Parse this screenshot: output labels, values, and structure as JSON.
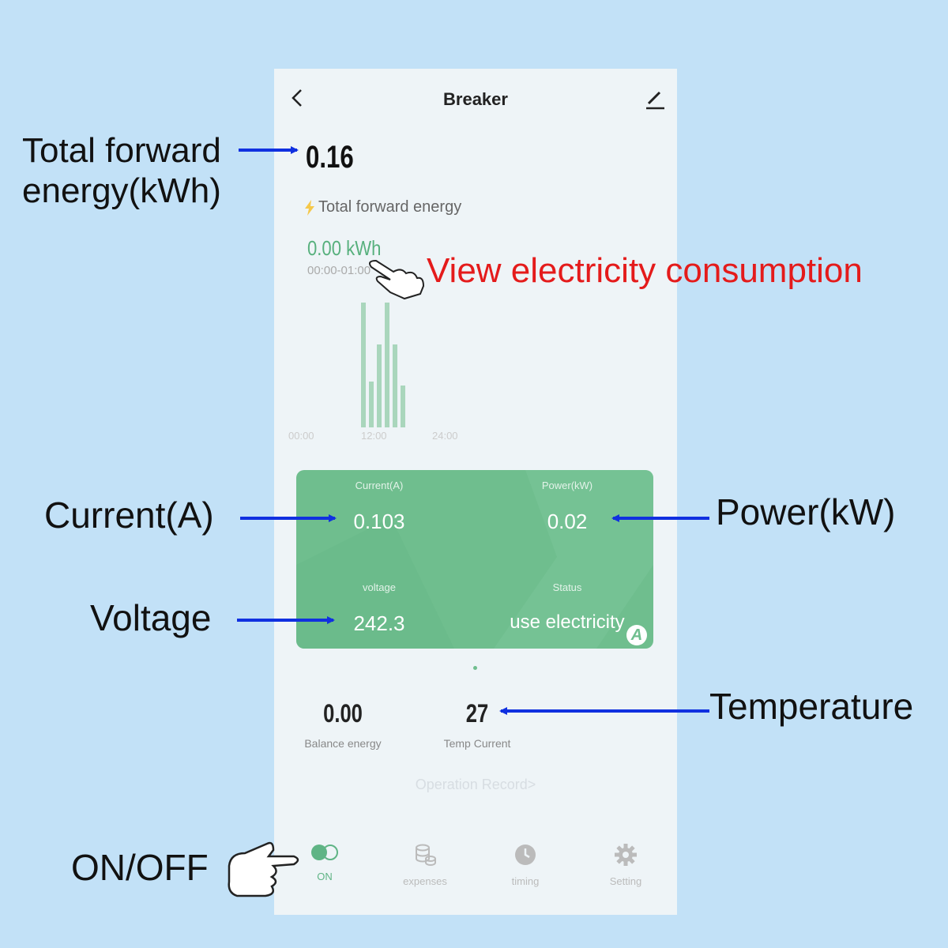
{
  "header": {
    "title": "Breaker"
  },
  "total_energy": {
    "value": "0.16",
    "label": "Total forward energy",
    "selected_value": "0.00",
    "selected_unit": "kWh",
    "selected_period": "00:00-01:00"
  },
  "chart_data": {
    "type": "bar",
    "x_tick_labels": [
      "00:00",
      "12:00",
      "24:00"
    ],
    "values": [
      0.3,
      0.11,
      0.2,
      0.3,
      0.2,
      0.1
    ]
  },
  "card": {
    "current_label": "Current(A)",
    "current_value": "0.103",
    "power_label": "Power(kW)",
    "power_value": "0.02",
    "voltage_label": "voltage",
    "voltage_value": "242.3",
    "status_label": "Status",
    "status_value": "use electricity",
    "badge": "A",
    "color": "#6fbe8e"
  },
  "stats": {
    "balance_value": "0.00",
    "balance_label": "Balance energy",
    "temp_value": "27",
    "temp_label": "Temp Current"
  },
  "operation_record": "Operation Record>",
  "tabs": [
    {
      "label": "ON",
      "icon": "toggle-icon"
    },
    {
      "label": "expenses",
      "icon": "coins-icon"
    },
    {
      "label": "timing",
      "icon": "clock-icon"
    },
    {
      "label": "Setting",
      "icon": "gear-icon"
    }
  ],
  "annotations": {
    "total_forward": "Total forward\nenergy(kWh)",
    "view_consumption": "View electricity consumption",
    "current": "Current(A)",
    "power": "Power(kW)",
    "voltage": "Voltage",
    "temperature": "Temperature",
    "onoff": "ON/OFF"
  },
  "colors": {
    "background": "#c2e1f7",
    "accent_green": "#57b07d",
    "arrow_blue": "#1030e0",
    "annotation_red": "#e41b1b"
  }
}
